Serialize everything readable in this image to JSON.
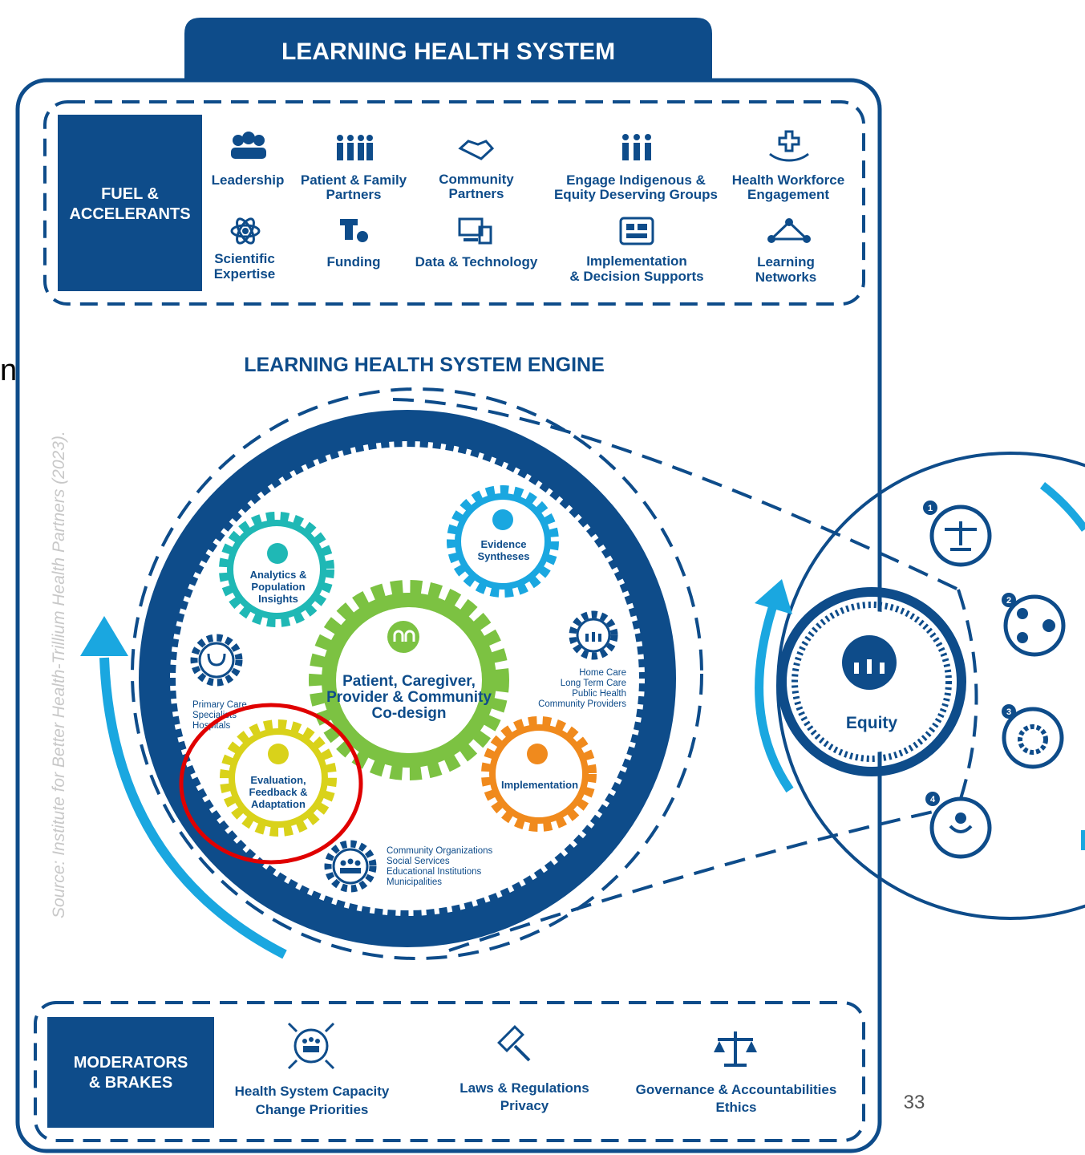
{
  "header": {
    "title": "LEARNING HEALTH SYSTEM"
  },
  "fuel": {
    "label_line1": "FUEL &",
    "label_line2": "ACCELERANTS",
    "items": [
      {
        "l1": "Leadership",
        "l2": ""
      },
      {
        "l1": "Patient & Family",
        "l2": "Partners"
      },
      {
        "l1": "Community",
        "l2": "Partners"
      },
      {
        "l1": "Engage Indigenous &",
        "l2": "Equity Deserving Groups"
      },
      {
        "l1": "Health Workforce",
        "l2": "Engagement"
      },
      {
        "l1": "Scientific",
        "l2": "Expertise"
      },
      {
        "l1": "Funding",
        "l2": ""
      },
      {
        "l1": "Data & Technology",
        "l2": ""
      },
      {
        "l1": "Implementation",
        "l2": "& Decision Supports"
      },
      {
        "l1": "Learning",
        "l2": "Networks"
      }
    ]
  },
  "engine": {
    "title": "LEARNING HEALTH SYSTEM ENGINE",
    "center": {
      "l1": "Patient, Caregiver,",
      "l2": "Provider & Community",
      "l3": "Co-design"
    },
    "analytics": {
      "l1": "Analytics &",
      "l2": "Population",
      "l3": "Insights"
    },
    "evidence": {
      "l1": "Evidence",
      "l2": "Syntheses"
    },
    "evaluation": {
      "l1": "Evaluation,",
      "l2": "Feedback &",
      "l3": "Adaptation"
    },
    "implementation": {
      "l1": "Implementation"
    },
    "home_care": {
      "l1": "Home Care",
      "l2": "Long Term Care",
      "l3": "Public Health",
      "l4": "Community Providers"
    },
    "primary_care": {
      "l1": "Primary Care",
      "l2": "Specialists",
      "l3": "Hospitals"
    },
    "community_orgs": {
      "l1": "Community Organizations",
      "l2": "Social Services",
      "l3": "Educational Institutions",
      "l4": "Municipalities"
    }
  },
  "equity": {
    "label": "Equity",
    "numbers": [
      "1",
      "2",
      "3",
      "4"
    ]
  },
  "moderators": {
    "label_line1": "MODERATORS",
    "label_line2": "& BRAKES",
    "items": [
      {
        "l1": "Health System Capacity",
        "l2": "Change Priorities"
      },
      {
        "l1": "Laws & Regulations",
        "l2": "Privacy"
      },
      {
        "l1": "Governance & Accountabilities",
        "l2": "Ethics"
      }
    ]
  },
  "source": "Source: Institute for Better Health-Trillium Health Partners (2023).",
  "edge_letter": "n",
  "page_number": "33",
  "colors": {
    "navy": "#0e4c8a",
    "cyan": "#1aa7e0",
    "teal": "#1fb8b5",
    "green": "#7cc242",
    "yellow": "#d9d21a",
    "orange": "#f08a1d",
    "highlight": "#e00000"
  }
}
